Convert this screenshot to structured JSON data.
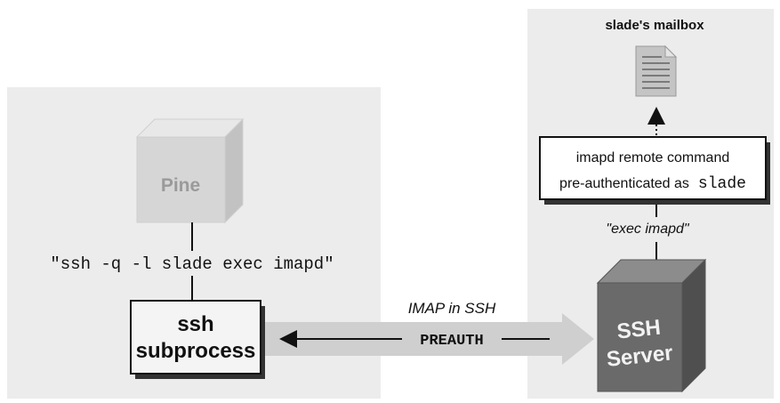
{
  "client": {
    "app_label": "Pine",
    "command_text": "\"ssh -q -l slade exec imapd\"",
    "subprocess_line1": "ssh",
    "subprocess_line2": "subprocess"
  },
  "server": {
    "mailbox_label": "slade's mailbox",
    "remote_command_line1": "imapd remote command",
    "remote_command_line2_prefix": "pre-authenticated as",
    "remote_command_user": "slade",
    "exec_label": "\"exec imapd\"",
    "server_line1": "SSH",
    "server_line2": "Server"
  },
  "link": {
    "protocol_label": "IMAP in SSH",
    "preauth_label": "PREAUTH"
  },
  "colors": {
    "panel": "#ececec",
    "cube_light_front": "#d6d6d6",
    "cube_light_top": "#e8e8e8",
    "cube_light_side": "#c2c2c2",
    "cube_dark_front": "#6a6a6a",
    "cube_dark_top": "#8c8c8c",
    "cube_dark_side": "#4f4f4f",
    "arrow_band": "#cfcfcf"
  }
}
